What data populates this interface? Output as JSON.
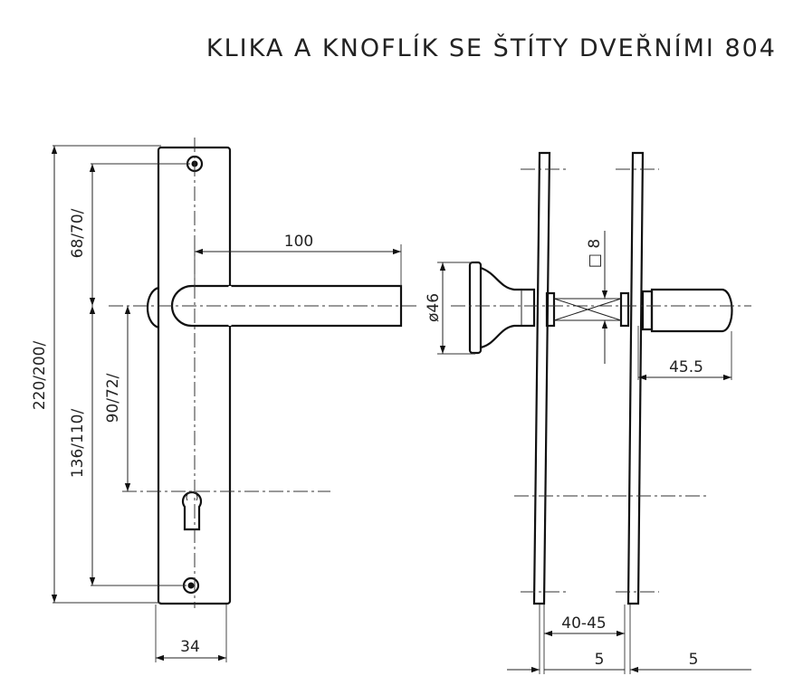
{
  "title": "KLIKA A KNOFLÍK SE ŠTÍTY DVEŘNÍMI 804",
  "dimensions": {
    "overall_height": "220/200/",
    "upper_spacing": "68/70/",
    "lower_spacing": "136/110/",
    "keyhole_spacing": "90/72/",
    "handle_length": "100",
    "plate_width": "34",
    "knob_diameter": "ø46",
    "spindle_square": "□ 8",
    "knob_projection": "45.5",
    "door_thickness": "40-45",
    "plate_thickness_left": "5",
    "plate_thickness_right": "5"
  }
}
